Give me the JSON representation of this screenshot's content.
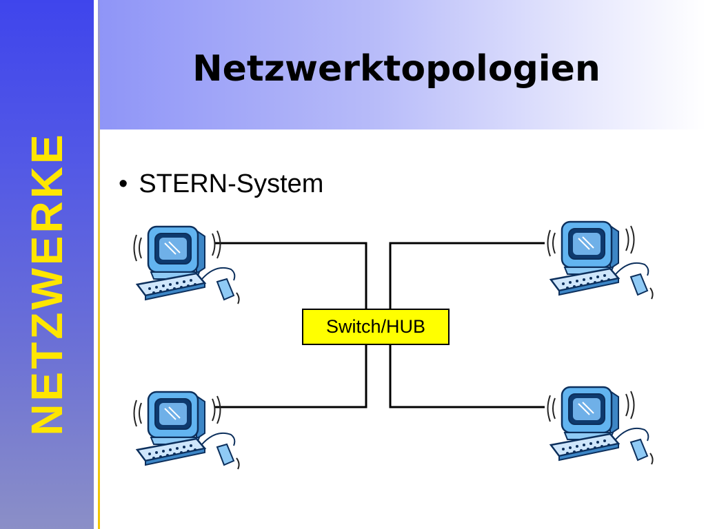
{
  "slide": {
    "title": "Netzwerktopologien",
    "sidebar_label": "NETZWERKE",
    "bullets": [
      {
        "marker": "•",
        "text": "STERN-System"
      }
    ]
  },
  "diagram": {
    "hub_label": "Switch/HUB",
    "nodes": [
      {
        "icon": "computer-icon",
        "position": "top-left"
      },
      {
        "icon": "computer-icon",
        "position": "top-right"
      },
      {
        "icon": "computer-icon",
        "position": "bottom-left"
      },
      {
        "icon": "computer-icon",
        "position": "bottom-right"
      }
    ]
  },
  "colors": {
    "sidebar": "#4b50e8",
    "sidebar_text": "#ffe600",
    "hub_fill": "#ffff00",
    "monitor": "#62b4f0"
  }
}
